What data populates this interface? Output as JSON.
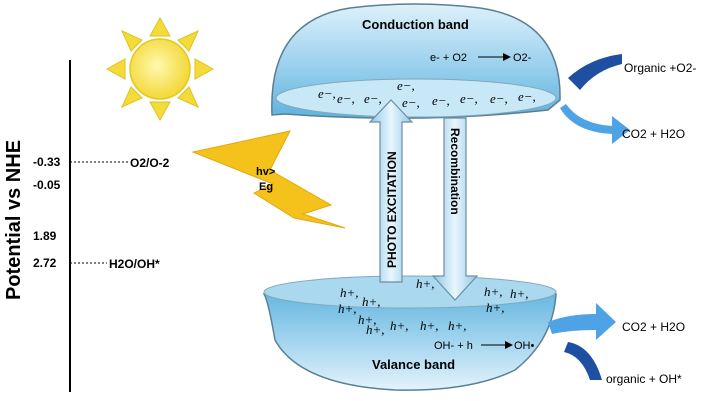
{
  "axis": {
    "label": "Potential vs NHE",
    "ticks": [
      {
        "value": "-0.33",
        "couple": "O2/O-2"
      },
      {
        "value": "-0.05",
        "couple": ""
      },
      {
        "value": "1.89",
        "couple": ""
      },
      {
        "value": "2.72",
        "couple": "H2O/OH*"
      }
    ]
  },
  "lightning": {
    "line1": "hv>",
    "line2": "Eg"
  },
  "conduction_band": {
    "title": "Conduction band",
    "reaction_left": "e- + O2",
    "reaction_right": "O2-",
    "carrier": "e−,"
  },
  "valence_band": {
    "title": "Valance band",
    "reaction_left": "OH- + h",
    "reaction_right": "OH•",
    "carrier": "h+,"
  },
  "arrows": {
    "excitation": "PHOTO EXCITATION",
    "recombination": "Recombination"
  },
  "side_labels": {
    "organic_o2": "Organic +O2-",
    "products_top": "CO2 + H2O",
    "products_bottom": "CO2 + H2O",
    "organic_oh": "organic + OH*"
  },
  "colors": {
    "band_blue": "#8ec9e8",
    "sun": "#f7e04a",
    "bolt": "#f5c21c",
    "curve_dark": "#1e4fa0",
    "curve_light": "#4da3e6"
  }
}
